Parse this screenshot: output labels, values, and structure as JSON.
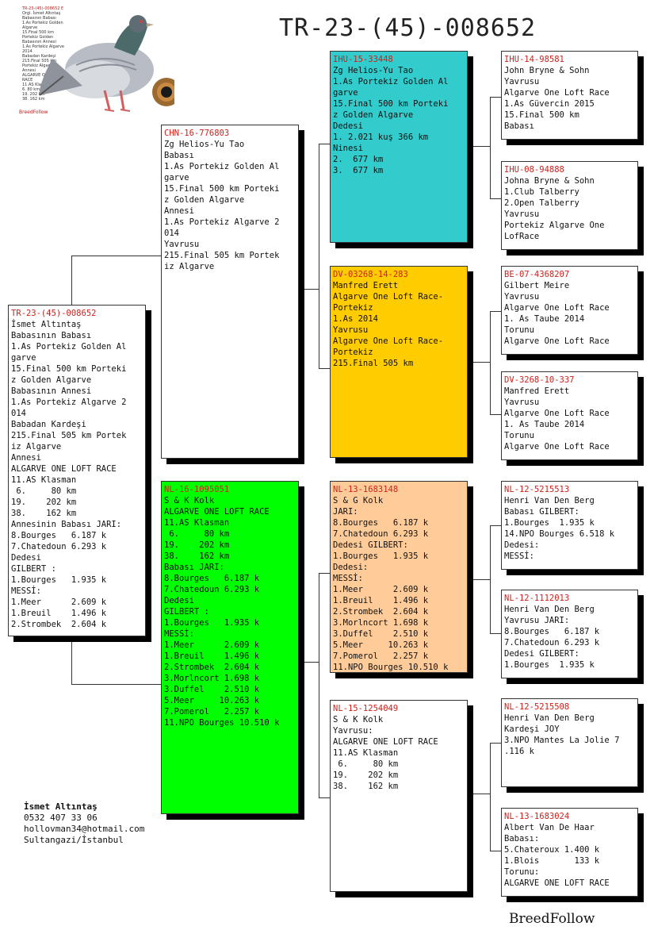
{
  "title": "TR-23-(45)-008652",
  "header": {
    "mini_lines": [
      "TR-23-(45)-008652 E",
      "Orgi. İsmet Altıntaş",
      "Babasının Babası",
      "1.As Portekiz Golden Algarve",
      "15.Final 500 km Portekiz Golden",
      "Babasının Annesi",
      "1.As Portekiz Algarve 2014",
      "Babadan Kardeşi",
      "215.Final 505 km Portekiz Algarve",
      "Annesi",
      "ALGARVE ONE LOFT RACE",
      "11.AS Klasman",
      "6. 80 km",
      "19. 202 km",
      "38. 162 km"
    ],
    "logo_text": "BreedFollow"
  },
  "boxes": {
    "subject": {
      "ring": "TR-23-(45)-008652",
      "lines": [
        "İsmet Altıntaş",
        "Babasının Babası",
        "1.As Portekiz Golden Al",
        "garve",
        "15.Final 500 km Porteki",
        "z Golden Algarve",
        "Babasının Annesi",
        "1.As Portekiz Algarve 2",
        "014",
        "Babadan Kardeşi",
        "215.Final 505 km Portek",
        "iz Algarve",
        "Annesi",
        "ALGARVE ONE LOFT RACE",
        "11.AS Klasman",
        " 6.     80 km",
        "19.    202 km",
        "38.    162 km",
        "Annesinin Babası JARI:",
        "8.Bourges   6.187 k",
        "7.Chatedoun 6.293 k",
        "Dedesi",
        "GILBERT :",
        "1.Bourges   1.935 k",
        "MESSİ:",
        "1.Meer      2.609 k",
        "1.Breuil    1.496 k",
        "2.Strombek  2.604 k"
      ]
    },
    "sire": {
      "ring": "CHN-16-776803",
      "lines": [
        "Zg Helios-Yu Tao",
        "Babası",
        "1.As Portekiz Golden Al",
        "garve",
        "15.Final 500 km Porteki",
        "z Golden Algarve",
        "Annesi",
        "1.As Portekiz Algarve 2",
        "014",
        "Yavrusu",
        "215.Final 505 km Portek",
        "iz Algarve"
      ]
    },
    "dam": {
      "ring": "NL-16-1095051",
      "lines": [
        "S & K Kolk",
        "ALGARVE ONE LOFT RACE",
        "11.AS Klasman",
        " 6.     80 km",
        "19.    202 km",
        "38.    162 km",
        "Babası JARI:",
        "8.Bourges   6.187 k",
        "7.Chatedoun 6.293 k",
        "Dedesi",
        "GILBERT :",
        "1.Bourges   1.935 k",
        "MESSİ:",
        "1.Meer      2.609 k",
        "1.Breuil    1.496 k",
        "2.Strombek  2.604 k",
        "3.Morlncort 1.698 k",
        "3.Duffel    2.510 k",
        "5.Meer     10.263 k",
        "7.Pomerol   2.257 k",
        "11.NPO Bourges 10.510 k"
      ]
    },
    "ss": {
      "ring": "IHU-15-33448",
      "lines": [
        "Zg Helios-Yu Tao",
        "1.As Portekiz Golden Al",
        "garve",
        "15.Final 500 km Porteki",
        "z Golden Algarve",
        "Dedesi",
        "1. 2.021 kuş 366 km",
        "Ninesi",
        "2.  677 km",
        "3.  677 km"
      ]
    },
    "sd": {
      "ring": "DV-03268-14-283",
      "lines": [
        "Manfred Erett",
        "Algarve One Loft Race-",
        "Portekiz",
        "1.As 2014",
        "Yavrusu",
        "Algarve One Loft Race-",
        "Portekiz",
        "215.Final 505 km"
      ]
    },
    "ds": {
      "ring": "NL-13-1683148",
      "lines": [
        "S & G Kolk",
        "JARI:",
        "8.Bourges   6.187 k",
        "7.Chatedoun 6.293 k",
        "Dedesi GILBERT:",
        "1.Bourges   1.935 k",
        "Dedesi:",
        "MESSİ:",
        "1.Meer      2.609 k",
        "1.Breuil    1.496 k",
        "2.Strombek  2.604 k",
        "3.Morlncort 1.698 k",
        "3.Duffel    2.510 k",
        "5.Meer     10.263 k",
        "7.Pomerol   2.257 k",
        "11.NPO Bourges 10.510 k"
      ]
    },
    "dd": {
      "ring": "NL-15-1254049",
      "lines": [
        "S & K Kolk",
        "Yavrusu:",
        "ALGARVE ONE LOFT RACE",
        "11.AS Klasman",
        " 6.     80 km",
        "19.    202 km",
        "38.    162 km"
      ]
    },
    "sss": {
      "ring": "IHU-14-98581",
      "lines": [
        "John Bryne & Sohn",
        "Yavrusu",
        "Algarve One Loft Race",
        "1.As Güvercin 2015",
        "15.Final 500 km",
        "Babası"
      ]
    },
    "ssd": {
      "ring": "IHU-08-94888",
      "lines": [
        "Johna Bryne & Sohn",
        "1.Club Talberry",
        "2.Open Talberry",
        "Yavrusu",
        "Portekiz Algarve One",
        "LofRace"
      ]
    },
    "sds": {
      "ring": "BE-07-4368207",
      "lines": [
        "Gilbert Meire",
        "Yavrusu",
        "Algarve One Loft Race",
        "1. As Taube 2014",
        "Torunu",
        "Algarve One Loft Race"
      ]
    },
    "sdd": {
      "ring": "DV-3268-10-337",
      "lines": [
        "Manfred Erett",
        "Yavrusu",
        "Algarve One Loft Race",
        "1. As Taube 2014",
        "Torunu",
        "Algarve One Loft Race"
      ]
    },
    "dss": {
      "ring": "NL-12-5215513",
      "lines": [
        "Henri Van Den Berg",
        "Babası GILBERT:",
        "1.Bourges  1.935 k",
        "14.NPO Bourges 6.518 k",
        "Dedesi:",
        "MESSİ:"
      ]
    },
    "dsd": {
      "ring": "NL-12-1112013",
      "lines": [
        "Henri Van Den Berg",
        "Yavrusu JARI:",
        "8.Bourges   6.187 k",
        "7.Chatedoun 6.293 k",
        "Dedesi GILBERT:",
        "1.Bourges  1.935 k"
      ]
    },
    "dds": {
      "ring": "NL-12-5215508",
      "lines": [
        "Henri Van Den Berg",
        "Kardeşi JOY",
        "3.NPO Mantes La Jolie 7",
        ".116 k"
      ]
    },
    "ddd": {
      "ring": "NL-13-1683024",
      "lines": [
        "Albert Van De Haar",
        "Babası:",
        "5.Chateroux 1.400 k",
        "1.Blois       133 k",
        "Torunu:",
        "ALGARVE ONE LOFT RACE"
      ]
    }
  },
  "colors": {
    "ss": "#33cccc",
    "sd": "#ffcc00",
    "dam": "#00ff00",
    "ds": "#ffcc99",
    "default": "#ffffff",
    "ring": "#d0201a"
  },
  "owner": {
    "name": "İsmet Altıntaş",
    "phone": "0532 407 33 06",
    "email": "hollovman34@hotmail.com",
    "location": "Sultangazi/İstanbul"
  },
  "brand": "BreedFollow"
}
